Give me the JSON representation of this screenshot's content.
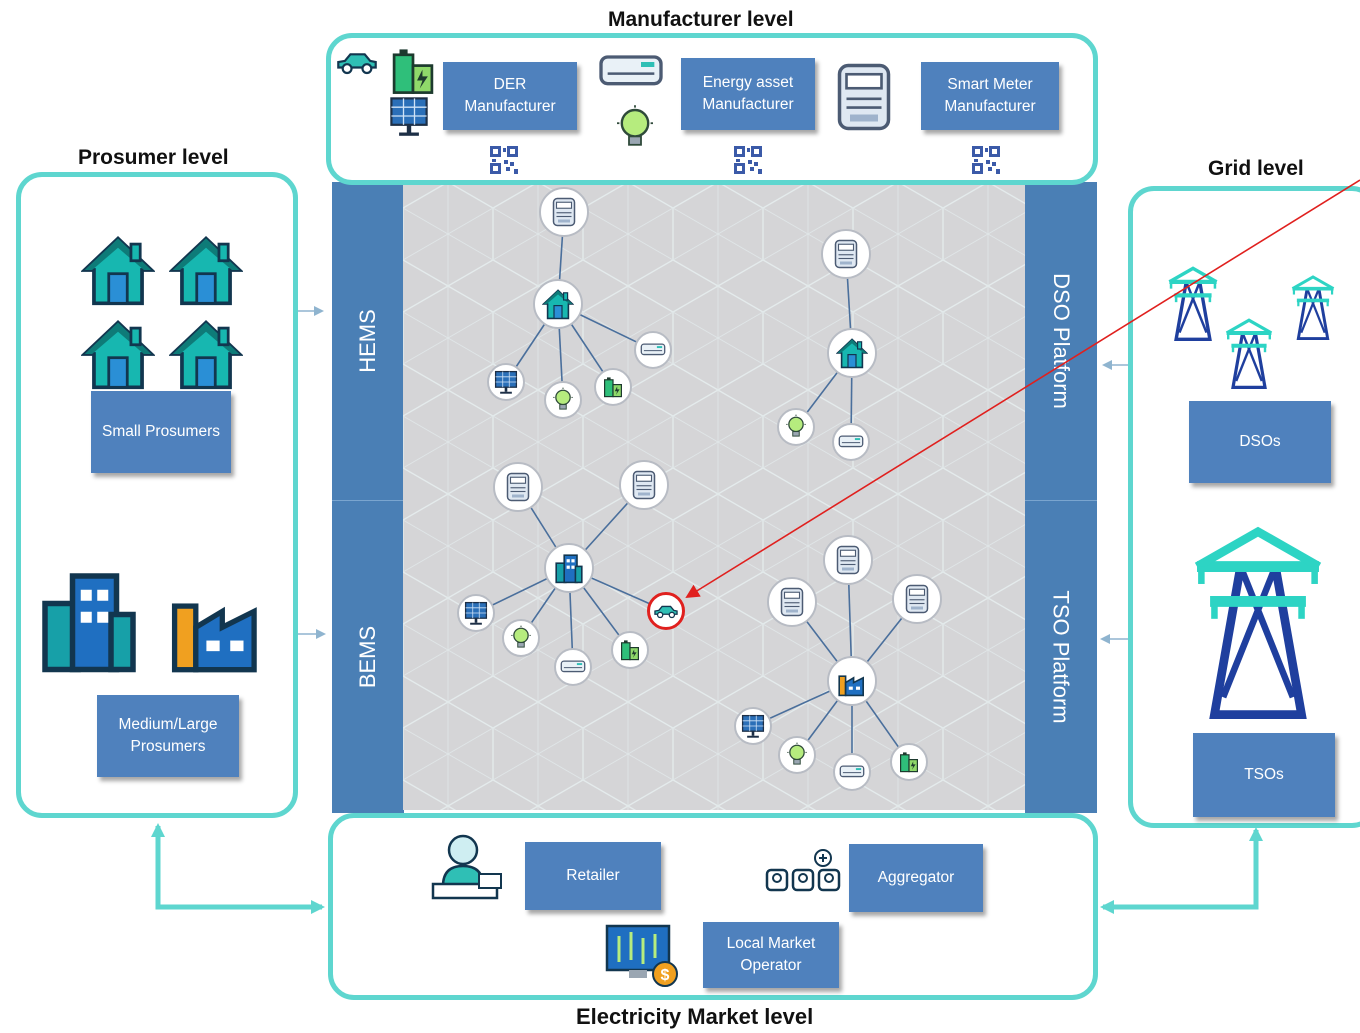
{
  "headings": {
    "manufacturer": "Manufacturer level",
    "prosumer": "Prosumer  level",
    "grid": "Grid level",
    "market": "Electricity Market level"
  },
  "manufacturer": {
    "der": "DER Manufacturer",
    "energy_asset": "Energy asset Manufacturer",
    "smart_meter": "Smart Meter Manufacturer"
  },
  "prosumer": {
    "small": "Small Prosumers",
    "medium_large": "Medium/Large Prosumers"
  },
  "grid": {
    "dsos": "DSOs",
    "tsos": "TSOs"
  },
  "platforms": {
    "hems": "HEMS",
    "bems": "BEMS",
    "dso": "DSO Platform",
    "tso": "TSO Platform"
  },
  "market": {
    "retailer": "Retailer",
    "aggregator": "Aggregator",
    "local_market_operator": "Local Market Operator"
  },
  "colors": {
    "frame": "#5ed6cf",
    "box": "#4f81bd",
    "platform": "#4a7fb5",
    "highlight": "#e0201e"
  },
  "icons": [
    "house-icon",
    "factory-icon",
    "office-building-icon",
    "transmission-tower-icon",
    "electric-car-icon",
    "battery-icon",
    "solar-panel-icon",
    "air-conditioner-icon",
    "light-bulb-icon",
    "smart-meter-icon",
    "qr-code-icon",
    "operator-icon",
    "user-group-icon",
    "market-screen-icon"
  ]
}
